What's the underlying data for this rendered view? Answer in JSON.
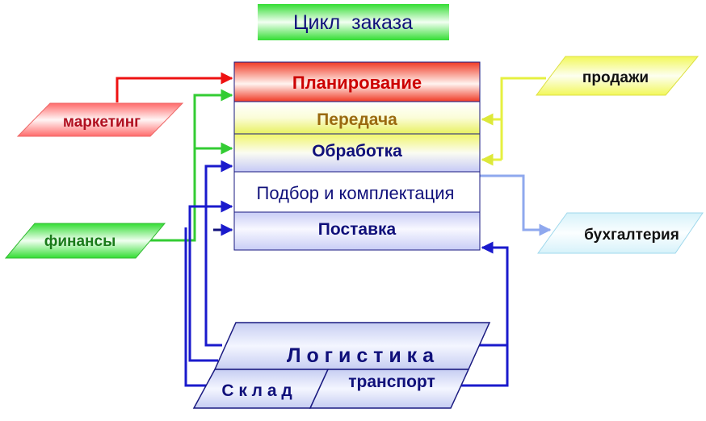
{
  "title": "Цикл  заказа",
  "stages": {
    "planning": "Планирование",
    "transfer": "Передача",
    "processing": "Обработка",
    "picking": "Подбор и комплектация",
    "delivery": "Поставка"
  },
  "sources": {
    "marketing": "маркетинг",
    "finance": "финансы",
    "sales": "продажи",
    "accounting": "бухгалтерия"
  },
  "logistics": {
    "title": "Л о г и с т и к а",
    "warehouse": "С к л а д",
    "transport": "транспорт"
  },
  "colors": {
    "planning_text": "#cc0000",
    "transfer_text": "#9a6a10",
    "navy_text": "#10107a",
    "marketing_text": "#b01020",
    "finance_text": "#1a7a1a",
    "arrow_red": "#ee1111",
    "arrow_green": "#33cc33",
    "arrow_yellow": "#e6f040",
    "arrow_blue": "#1a1acc",
    "arrow_lightblue": "#8fa8ee"
  }
}
